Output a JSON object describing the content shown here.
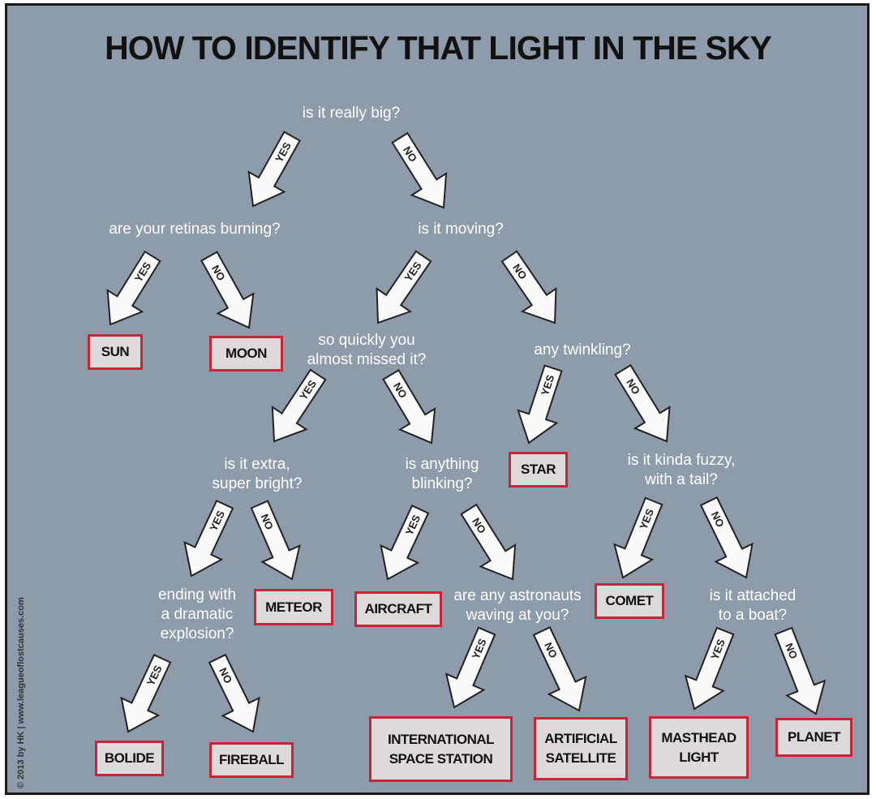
{
  "title": "HOW TO IDENTIFY THAT LIGHT IN THE SKY",
  "credit": "© 2013 by HK | www.leagueoflostcauses.com",
  "arrow_labels": {
    "yes": "YES",
    "no": "NO"
  },
  "questions": [
    {
      "lines": [
        "is it really big?"
      ]
    },
    {
      "lines": [
        "are your retinas burning?"
      ]
    },
    {
      "lines": [
        "is it moving?"
      ]
    },
    {
      "lines": [
        "so quickly you",
        "almost missed it?"
      ]
    },
    {
      "lines": [
        "any twinkling?"
      ]
    },
    {
      "lines": [
        "is it extra,",
        "super bright?"
      ]
    },
    {
      "lines": [
        "is anything",
        "blinking?"
      ]
    },
    {
      "lines": [
        "is it kinda fuzzy,",
        "with a tail?"
      ]
    },
    {
      "lines": [
        "ending with",
        "a dramatic",
        "explosion?"
      ]
    },
    {
      "lines": [
        "are any astronauts",
        "waving at you?"
      ]
    },
    {
      "lines": [
        "is it attached",
        "to a boat?"
      ]
    }
  ],
  "answers": [
    {
      "lines": [
        "SUN"
      ]
    },
    {
      "lines": [
        "MOON"
      ]
    },
    {
      "lines": [
        "STAR"
      ]
    },
    {
      "lines": [
        "METEOR"
      ]
    },
    {
      "lines": [
        "AIRCRAFT"
      ]
    },
    {
      "lines": [
        "COMET"
      ]
    },
    {
      "lines": [
        "BOLIDE"
      ]
    },
    {
      "lines": [
        "FIREBALL"
      ]
    },
    {
      "lines": [
        "INTERNATIONAL",
        "SPACE STATION"
      ]
    },
    {
      "lines": [
        "ARTIFICIAL",
        "SATELLITE"
      ]
    },
    {
      "lines": [
        "MASTHEAD",
        "LIGHT"
      ]
    },
    {
      "lines": [
        "PLANET"
      ]
    }
  ]
}
